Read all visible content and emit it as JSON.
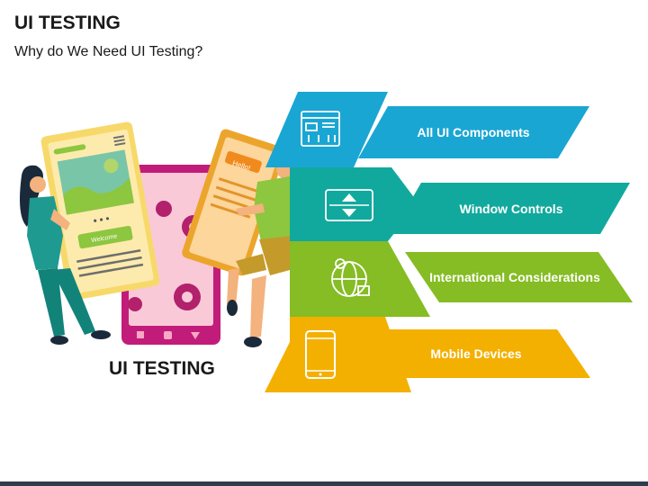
{
  "header": {
    "title": "UI TESTING",
    "subtitle": "Why do We Need UI Testing?"
  },
  "illustration": {
    "caption": "UI TESTING",
    "screen_text": "Welcome",
    "note_text": "Hello!"
  },
  "items": [
    {
      "label": "All UI Components",
      "icon": "ui-components-icon",
      "color": "#1aa6d3",
      "light": "#2bb3df"
    },
    {
      "label": "Window Controls",
      "icon": "window-controls-icon",
      "color": "#11a99d",
      "light": "#1cb8ab"
    },
    {
      "label": "International Considerations",
      "icon": "globe-icon",
      "color": "#86bc24",
      "light": "#93c92f"
    },
    {
      "label": "Mobile Devices",
      "icon": "mobile-device-icon",
      "color": "#f4b000",
      "light": "#f8bd12"
    }
  ]
}
